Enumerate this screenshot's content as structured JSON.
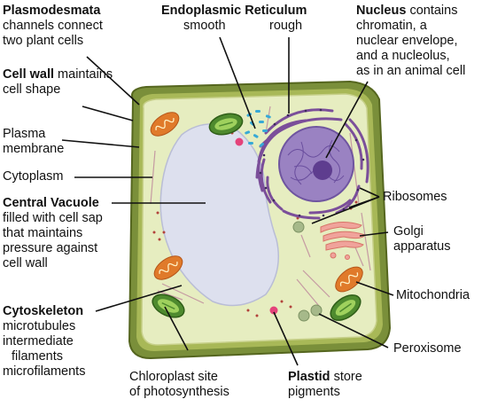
{
  "labels": {
    "plasmodesmata": {
      "bold": "Plasmodesmata",
      "lines": [
        "channels connect",
        "two plant cells"
      ]
    },
    "cell_wall": {
      "bold": "Cell wall",
      "rest": " maintains",
      "lines": [
        "cell shape"
      ]
    },
    "plasma_membrane": {
      "lines": [
        "Plasma",
        "membrane"
      ]
    },
    "cytoplasm": {
      "text": "Cytoplasm"
    },
    "central_vacuole": {
      "bold": "Central Vacuole",
      "lines": [
        "filled with cell sap",
        "that maintains",
        "pressure against",
        "cell wall"
      ]
    },
    "cytoskeleton": {
      "bold": "Cytoskeleton",
      "lines": [
        "microtubules",
        "intermediate",
        "filaments",
        "microfilaments"
      ]
    },
    "chloroplast": {
      "lines": [
        "Chloroplast site",
        "of photosynthesis"
      ]
    },
    "plastid": {
      "bold": "Plastid",
      "rest": " store",
      "lines": [
        "pigments"
      ]
    },
    "peroxisome": {
      "text": "Peroxisome"
    },
    "mitochondria": {
      "text": "Mitochondria"
    },
    "golgi": {
      "lines": [
        "Golgi",
        "apparatus"
      ]
    },
    "ribosomes": {
      "text": "Ribosomes"
    },
    "nucleus": {
      "bold": "Nucleus",
      "rest": " contains",
      "lines": [
        "chromatin, a",
        "nuclear envelope,",
        "and a nucleolus,",
        "as in an animal cell"
      ]
    },
    "er": {
      "bold": "Endoplasmic Reticulum",
      "smooth": "smooth",
      "rough": "rough"
    }
  },
  "colors": {
    "cell_wall": "#7a8f3a",
    "cell_wall_light": "#a8b857",
    "cytoplasm": "#e6edc0",
    "vacuole": "#dde0ee",
    "nucleus": "#9a82c2",
    "nucleolus": "#5e3d8f",
    "rough_er": "#7b4f9a",
    "smooth_er": "#37a9d6",
    "chloroplast": "#4e8a2e",
    "mitochondria": "#e07a2a",
    "golgi": "#f0a39b",
    "plastid": "#e4437a",
    "peroxisome": "#a6b98a"
  }
}
